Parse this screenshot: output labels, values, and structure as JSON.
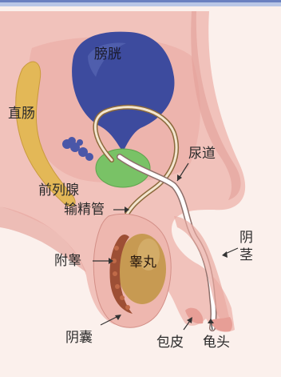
{
  "labels": {
    "bladder": "膀胱",
    "rectum": "直肠",
    "urethra": "尿道",
    "prostate": "前列腺",
    "vas_deferens": "输精管",
    "penis": "阴茎",
    "epididymis": "附睾",
    "testis": "睾丸",
    "scrotum": "阴囊",
    "foreskin": "包皮",
    "glans": "龟头"
  },
  "colors": {
    "background": "#fbf0ec",
    "tissue": "#f1c2bb",
    "tissue_dark": "#e7a79f",
    "bladder": "#3d4b9e",
    "rectum": "#e3b857",
    "prostate": "#79c266",
    "testis": "#c79a52",
    "epididymis": "#9d4f35",
    "vessel": "#ffffff",
    "border": "#6a80c0"
  }
}
